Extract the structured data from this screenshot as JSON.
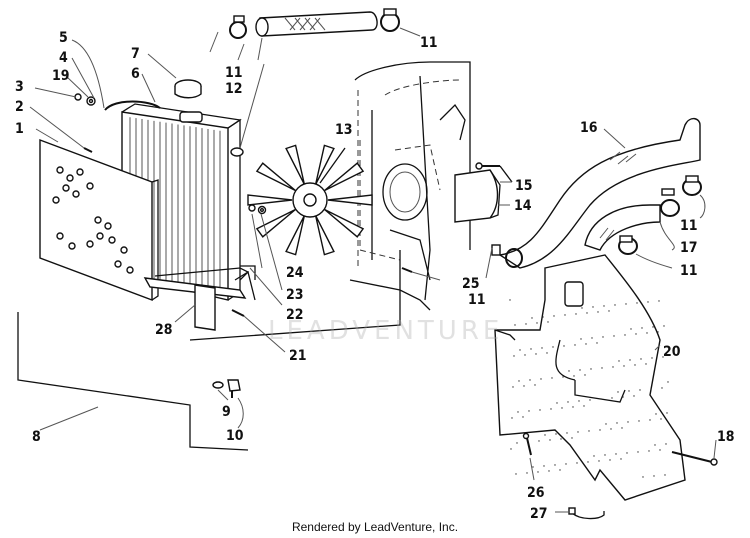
{
  "diagram": {
    "callouts": [
      {
        "id": "c1",
        "text": "1"
      },
      {
        "id": "c2",
        "text": "2"
      },
      {
        "id": "c3",
        "text": "3"
      },
      {
        "id": "c19",
        "text": "19"
      },
      {
        "id": "c4",
        "text": "4"
      },
      {
        "id": "c5",
        "text": "5"
      },
      {
        "id": "c6",
        "text": "6"
      },
      {
        "id": "c7",
        "text": "7"
      },
      {
        "id": "c11a",
        "text": "11"
      },
      {
        "id": "c12",
        "text": "12"
      },
      {
        "id": "c11b",
        "text": "11"
      },
      {
        "id": "c13",
        "text": "13"
      },
      {
        "id": "c15",
        "text": "15"
      },
      {
        "id": "c14",
        "text": "14"
      },
      {
        "id": "c16",
        "text": "16"
      },
      {
        "id": "c11c",
        "text": "11"
      },
      {
        "id": "c17",
        "text": "17"
      },
      {
        "id": "c11d",
        "text": "11"
      },
      {
        "id": "c11e",
        "text": "11"
      },
      {
        "id": "c25",
        "text": "25"
      },
      {
        "id": "c24",
        "text": "24"
      },
      {
        "id": "c23",
        "text": "23"
      },
      {
        "id": "c22",
        "text": "22"
      },
      {
        "id": "c28",
        "text": "28"
      },
      {
        "id": "c21",
        "text": "21"
      },
      {
        "id": "c20",
        "text": "20"
      },
      {
        "id": "c9",
        "text": "9"
      },
      {
        "id": "c10",
        "text": "10"
      },
      {
        "id": "c8",
        "text": "8"
      },
      {
        "id": "c18",
        "text": "18"
      },
      {
        "id": "c26",
        "text": "26"
      },
      {
        "id": "c27",
        "text": "27"
      }
    ]
  },
  "watermark": "LEADVENTURE",
  "footer": "Rendered by LeadVenture, Inc."
}
